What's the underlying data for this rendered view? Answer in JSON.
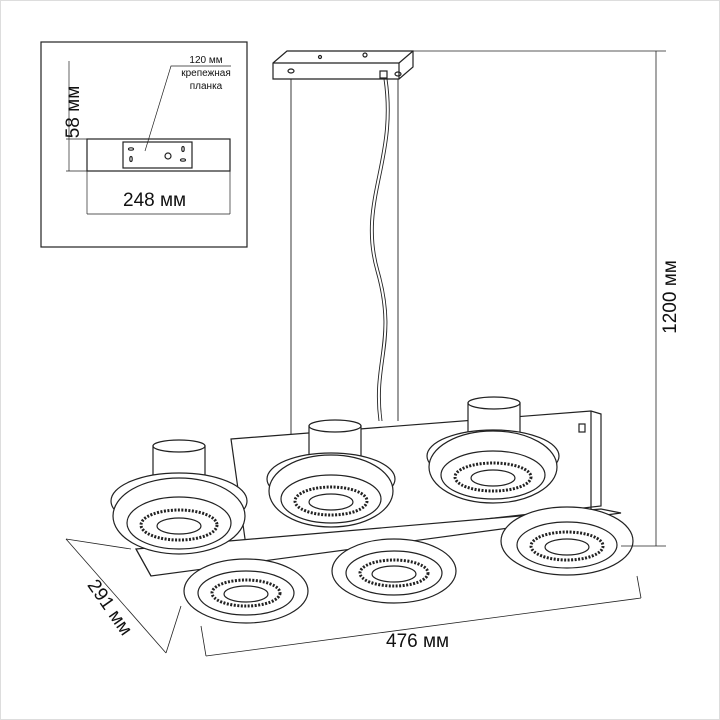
{
  "inset": {
    "height_label": "58 мм",
    "width_label": "248 мм",
    "plate_length": "120 мм",
    "plate_line1": "крепежная",
    "plate_line2": "планка"
  },
  "dimensions": {
    "height": "1200 мм",
    "length": "476 мм",
    "depth": "291 мм"
  }
}
